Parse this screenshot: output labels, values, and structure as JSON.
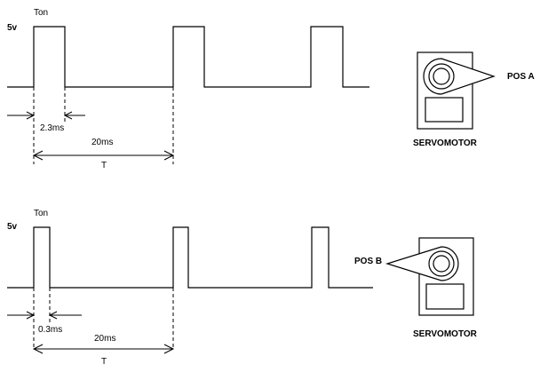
{
  "panel_a": {
    "ton_label": "Ton",
    "voltage_label": "5v",
    "pulse_width_label": "2.3ms",
    "period_value_label": "20ms",
    "period_symbol": "T",
    "servo_label": "SERVOMOTOR",
    "position_label": "POS A"
  },
  "panel_b": {
    "ton_label": "Ton",
    "voltage_label": "5v",
    "pulse_width_label": "0.3ms",
    "period_value_label": "20ms",
    "period_symbol": "T",
    "servo_label": "SERVOMOTOR",
    "position_label": "POS B"
  }
}
